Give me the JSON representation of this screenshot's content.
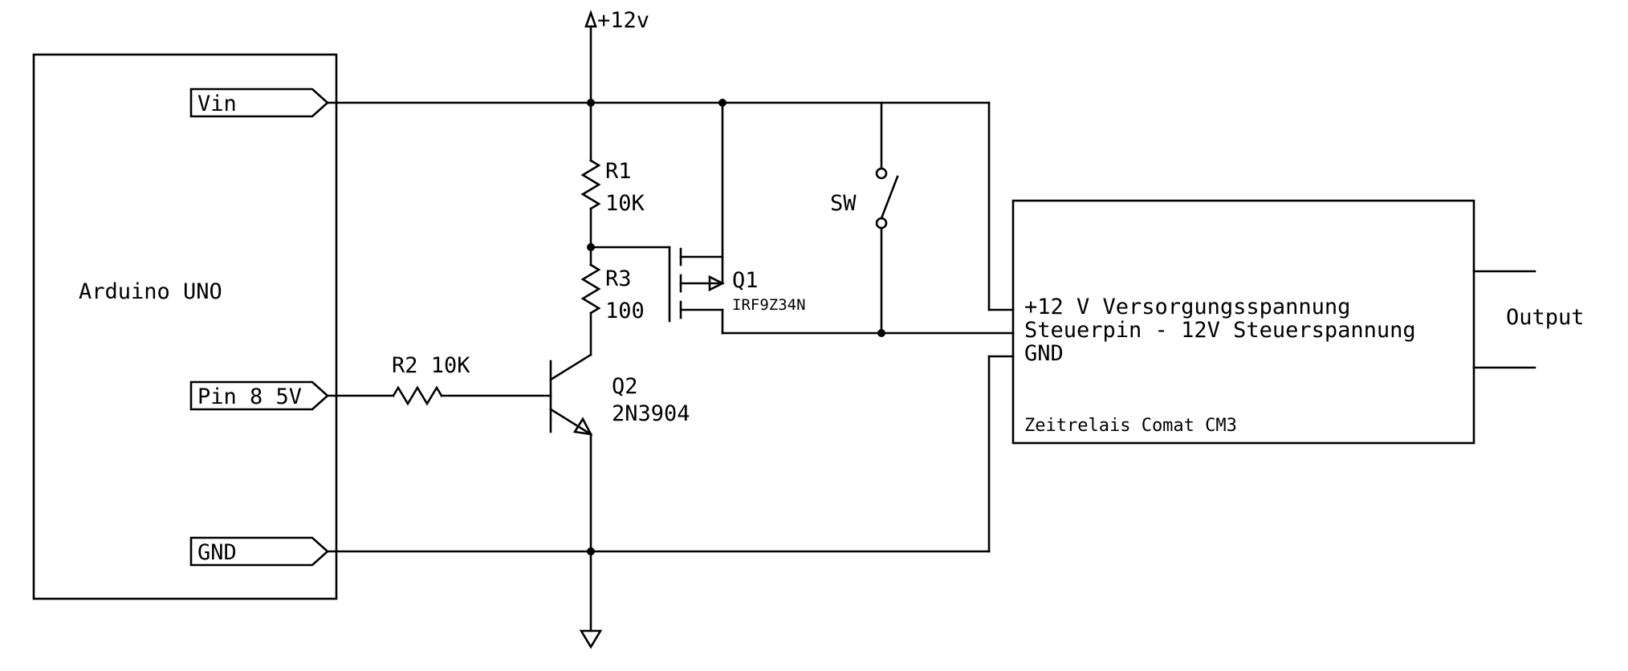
{
  "supply": {
    "label": "+12v"
  },
  "arduino": {
    "title": "Arduino UNO",
    "pins": {
      "vin": "Vin",
      "pin8": "Pin 8 5V",
      "gnd": "GND"
    }
  },
  "r1": {
    "name": "R1",
    "value": "10K"
  },
  "r3": {
    "name": "R3",
    "value": "100"
  },
  "r2": {
    "label": "R2 10K"
  },
  "q1": {
    "name": "Q1",
    "part": "IRF9Z34N"
  },
  "q2": {
    "name": "Q2",
    "part": "2N3904"
  },
  "switch": {
    "name": "SW"
  },
  "relay": {
    "line1": "+12 V Versorgungsspannung",
    "line2": "Steuerpin - 12V Steuerspannung",
    "line3": "GND",
    "model": "Zeitrelais Comat CM3"
  },
  "output": {
    "label": "Output"
  }
}
